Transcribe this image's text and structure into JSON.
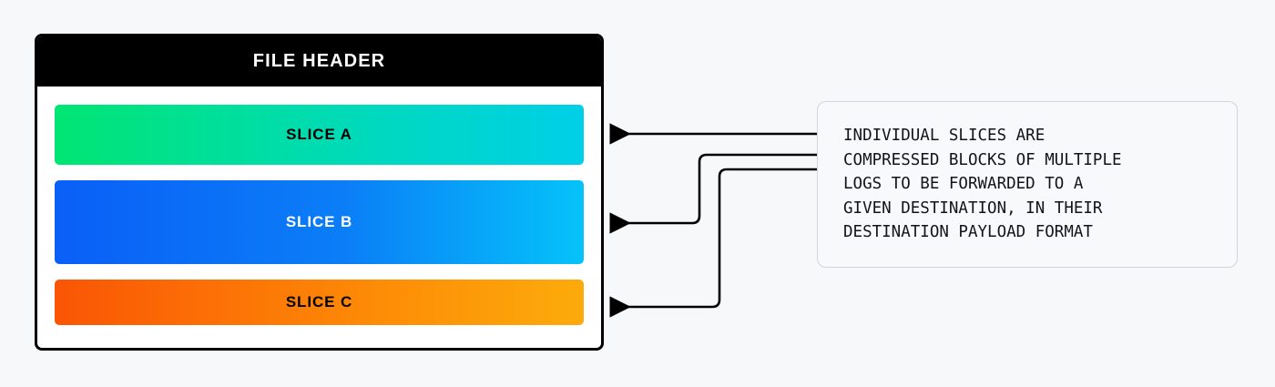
{
  "diagram": {
    "type": "flow-annotation",
    "background_color": "#f7f8fa",
    "file_container": {
      "header": {
        "label": "FILE HEADER",
        "background_color": "#000000",
        "text_color": "#ffffff"
      },
      "border_color": "#000000",
      "body_color": "#ffffff",
      "slices": [
        {
          "id": "slice-a",
          "label": "SLICE A",
          "gradient_from": "#01e573",
          "gradient_to": "#00cfe8",
          "text_color": "#000000"
        },
        {
          "id": "slice-b",
          "label": "SLICE B",
          "gradient_from": "#0a5ff7",
          "gradient_to": "#05c3f9",
          "text_color": "#ffffff"
        },
        {
          "id": "slice-c",
          "label": "SLICE C",
          "gradient_from": "#fa5505",
          "gradient_to": "#fcab0b",
          "text_color": "#000000"
        }
      ]
    },
    "callout": {
      "text": "INDIVIDUAL SLICES ARE\nCOMPRESSED BLOCKS OF MULTIPLE\nLOGS TO BE FORWARDED TO A\nGIVEN DESTINATION, IN THEIR\nDESTINATION PAYLOAD FORMAT",
      "lines": [
        "INDIVIDUAL SLICES ARE",
        "COMPRESSED BLOCKS OF MULTIPLE",
        "LOGS TO BE FORWARDED TO A",
        "GIVEN DESTINATION, IN THEIR",
        "DESTINATION PAYLOAD FORMAT"
      ],
      "border_color": "#d2d5da",
      "background_color": "#f8f9fb",
      "text_color": "#11151a"
    },
    "connectors": {
      "stroke_color": "#000000",
      "arrow_direction": "left",
      "count": 3,
      "targets": [
        "slice-a",
        "slice-b",
        "slice-c"
      ]
    }
  }
}
